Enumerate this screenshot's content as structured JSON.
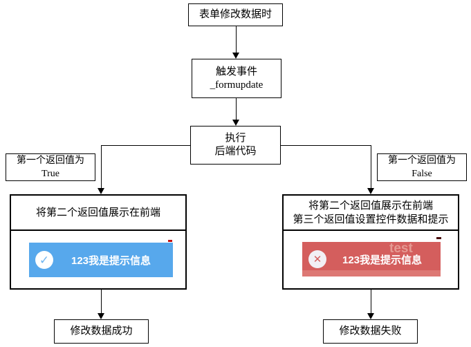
{
  "diagram": {
    "nodes": {
      "start": {
        "label": "表单修改数据时"
      },
      "trigger_event": {
        "line1": "触发事件",
        "line2": "_formupdate"
      },
      "execute": {
        "line1": "执行",
        "line2": "后端代码"
      },
      "branch_true": {
        "line1": "第一个返回值为",
        "line2": "True"
      },
      "branch_false": {
        "line1": "第一个返回值为",
        "line2": "False"
      },
      "success_action": {
        "line1": "将第二个返回值展示在前端"
      },
      "fail_action": {
        "line1": "将第二个返回值展示在前端",
        "line2": "第三个返回值设置控件数据和提示"
      },
      "success_result": {
        "label": "修改数据成功"
      },
      "fail_result": {
        "label": "修改数据失败"
      }
    },
    "toasts": {
      "success": {
        "message": "123我是提示信息",
        "icon": "check-circle",
        "glyph": "✓",
        "bg_color": "#57A8EC",
        "circle_color": "#ffffff",
        "icon_color": "#6FB5F0"
      },
      "error": {
        "message": "123我是提示信息",
        "icon": "x-circle",
        "glyph": "✕",
        "bg_color": "#D45E5D",
        "strip_color": "#DD7874",
        "circle_color": "#F2EFF4",
        "icon_color": "#D45E5D",
        "watermark": "test",
        "watermark_color": "#E59A93"
      }
    }
  }
}
